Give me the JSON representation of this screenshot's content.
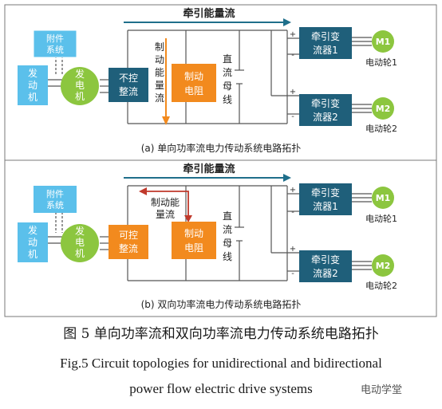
{
  "diagram_a": {
    "traction_flow": "牵引能量流",
    "aux_system": [
      "附件",
      "系统"
    ],
    "engine": [
      "发",
      "动",
      "机"
    ],
    "generator": [
      "发",
      "电",
      "机"
    ],
    "rectifier": [
      "不控",
      "整流"
    ],
    "braking_flow": [
      "制",
      "动",
      "能",
      "量",
      "流"
    ],
    "brake_resistor": [
      "制动",
      "电阻"
    ],
    "dc_bus": [
      "直",
      "流",
      "母",
      "线"
    ],
    "inverter1": [
      "牵引变",
      "流器1"
    ],
    "inverter2": [
      "牵引变",
      "流器2"
    ],
    "motor1": "M1",
    "motor2": "M2",
    "wheel1": "电动轮1",
    "wheel2": "电动轮2",
    "plus": "+",
    "minus": "-",
    "caption": "(a) 单向功率流电力传动系统电路拓扑"
  },
  "diagram_b": {
    "traction_flow": "牵引能量流",
    "aux_system": [
      "附件",
      "系统"
    ],
    "engine": [
      "发",
      "动",
      "机"
    ],
    "generator": [
      "发",
      "电",
      "机"
    ],
    "rectifier": [
      "可控",
      "整流"
    ],
    "braking_flow": [
      "制动能",
      "量流"
    ],
    "brake_resistor": [
      "制动",
      "电阻"
    ],
    "dc_bus": [
      "直",
      "流",
      "母",
      "线"
    ],
    "inverter1": [
      "牵引变",
      "流器1"
    ],
    "inverter2": [
      "牵引变",
      "流器2"
    ],
    "motor1": "M1",
    "motor2": "M2",
    "wheel1": "电动轮1",
    "wheel2": "电动轮2",
    "plus": "+",
    "minus": "-",
    "caption": "(b) 双向功率流电力传动系统电路拓扑"
  },
  "figure_caption_cn": "图 5  单向功率流和双向功率流电力传动系统电路拓扑",
  "figure_caption_en_line1": "Fig.5 Circuit topologies for unidirectional and bidirectional",
  "figure_caption_en_line2": "power flow electric drive systems",
  "watermark": "电动学堂",
  "colors": {
    "box_border": "#7a7a7a",
    "aux_fill": "#5bc0eb",
    "engine_fill": "#5bc0eb",
    "generator_fill": "#8cc63f",
    "rectifier_fill": "#1f5f7a",
    "resistor_fill": "#f28a1e",
    "inverter_fill": "#1f5f7a",
    "motor_fill": "#8cc63f",
    "traction_arrow": "#1f6f8b",
    "braking_arrow_a": "#f28a1e",
    "braking_arrow_b": "#c0392b",
    "wire": "#555555"
  }
}
